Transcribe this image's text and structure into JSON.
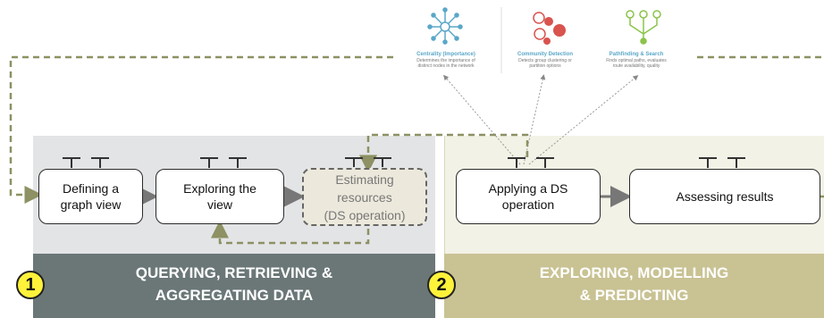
{
  "steps": [
    {
      "label": "Defining a\ngraph view"
    },
    {
      "label": "Exploring the\nview"
    },
    {
      "label": "Estimating\nresources\n(DS operation)"
    },
    {
      "label": "Applying a DS\noperation"
    },
    {
      "label": "Assessing results"
    }
  ],
  "phases": [
    {
      "number": "1",
      "label": "QUERYING, RETRIEVING &\nAGGREGATING DATA"
    },
    {
      "number": "2",
      "label": "EXPLORING, MODELLING\n& PREDICTING"
    }
  ],
  "tools": [
    {
      "title": "Centrality (Importance)",
      "desc": "Determines the importance of\ndistinct nodes in the network",
      "icon": "network-hub-icon"
    },
    {
      "title": "Community Detection",
      "desc": "Detects group clustering or\npartition options",
      "icon": "clusters-icon"
    },
    {
      "title": "Pathfinding & Search",
      "desc": "Finds optimal paths, evaluates\nroute availability, quality",
      "icon": "path-tree-icon"
    }
  ],
  "colors": {
    "left_panel": "#e3e4e6",
    "left_band": "#6b7777",
    "right_panel": "#f3f2e6",
    "right_band": "#c9c293",
    "dashed_line": "#8d9163",
    "badge": "#fff23a",
    "icon_blue": "#5aa7c9",
    "icon_red": "#d9534f",
    "icon_green": "#8bc34a"
  }
}
